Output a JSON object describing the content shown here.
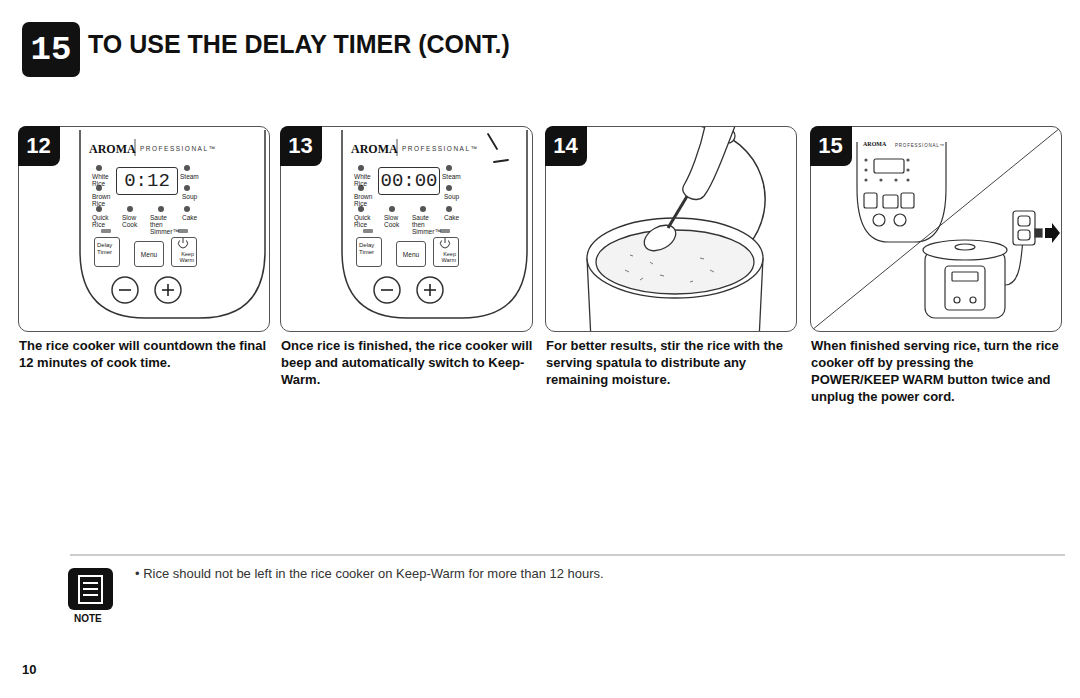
{
  "diagram": {
    "title": "TO USE THE DELAY TIMER (CONT.)",
    "nodes": [
      {
        "text": [
          "15"
        ]
      },
      {
        "text": [
          "12",
          "The rice cooker will countdown the final 12 minutes of cook time."
        ]
      },
      {
        "text": [
          "13",
          "Once rice is finished, the rice cooker will beep and automatically switch to Keep-Warm."
        ]
      },
      {
        "text": [
          "14",
          "For better results, stir the rice with the serving spatula to distribute any remaining moisture."
        ]
      },
      {
        "text": [
          "15",
          "When finished serving rice, turn the rice cooker off by pressing the POWER/KEEP WARM button twice and unplug the power cord."
        ]
      },
      {
        "text": [
          "0:12"
        ],
        "in": 1
      },
      {
        "text": [
          "Delay Timer"
        ],
        "in": 1
      },
      {
        "text": [
          "Menu"
        ],
        "in": 1
      },
      {
        "text": [
          "Keep Warm"
        ],
        "in": 1
      },
      {
        "text": [
          "00:00"
        ],
        "in": 2
      },
      {
        "text": [
          "Delay Timer"
        ],
        "in": 2
      },
      {
        "text": [
          "Menu"
        ],
        "in": 2
      },
      {
        "text": [
          "Keep Warm"
        ],
        "in": 2
      }
    ],
    "labels": [
      "AROMA",
      "PROFESSIONAL™",
      "White Rice",
      "Steam",
      "Brown Rice",
      "Soup",
      "Quick Rice",
      "Slow Cook",
      "Saute then Simmer™",
      "Cake",
      "AROMA",
      "PROFESSIONAL™",
      "White Rice",
      "Steam",
      "Brown Rice",
      "Soup",
      "Quick Rice",
      "Slow Cook",
      "Saute then Simmer™",
      "Cake",
      "AROMA",
      "PROFESSIONAL™",
      "• Rice should not be left in the rice cooker on Keep-Warm for more than 12 hours.",
      "NOTE",
      "10"
    ]
  }
}
